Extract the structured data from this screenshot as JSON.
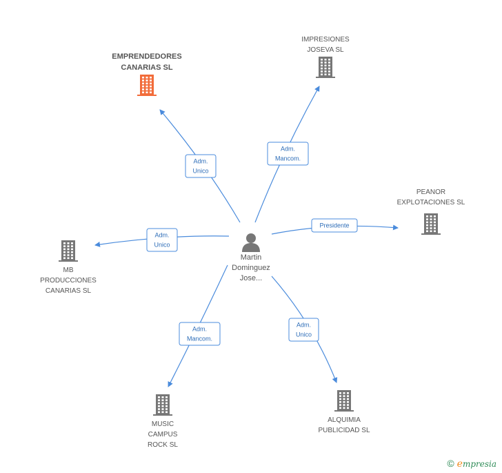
{
  "center": {
    "name": "Martin\nDominguez\nJose...",
    "icon": "person-icon",
    "color": "#777777"
  },
  "companies": [
    {
      "id": "emprendedores",
      "name": "EMPRENDEDORES\nCANARIAS SL",
      "highlight": true,
      "icon": "building-icon",
      "color": "#f26c3a"
    },
    {
      "id": "impresiones",
      "name": "IMPRESIONES\nJOSEVA SL",
      "highlight": false,
      "icon": "building-icon",
      "color": "#777777"
    },
    {
      "id": "peanor",
      "name": "PEANOR\nEXPLOTACIONES SL",
      "highlight": false,
      "icon": "building-icon",
      "color": "#777777"
    },
    {
      "id": "mb",
      "name": "MB\nPRODUCCIONES\nCANARIAS SL",
      "highlight": false,
      "icon": "building-icon",
      "color": "#777777"
    },
    {
      "id": "music",
      "name": "MUSIC\nCAMPUS\nROCK SL",
      "highlight": false,
      "icon": "building-icon",
      "color": "#777777"
    },
    {
      "id": "alquimia",
      "name": "ALQUIMIA\nPUBLICIDAD SL",
      "highlight": false,
      "icon": "building-icon",
      "color": "#777777"
    }
  ],
  "relations": [
    {
      "target": "emprendedores",
      "label": [
        "Adm.",
        "Unico"
      ]
    },
    {
      "target": "impresiones",
      "label": [
        "Adm.",
        "Mancom."
      ]
    },
    {
      "target": "peanor",
      "label": [
        "Presidente"
      ]
    },
    {
      "target": "mb",
      "label": [
        "Adm.",
        "Unico"
      ]
    },
    {
      "target": "music",
      "label": [
        "Adm.",
        "Mancom."
      ]
    },
    {
      "target": "alquimia",
      "label": [
        "Adm.",
        "Unico"
      ]
    }
  ],
  "edge_color": "#4a8bdc",
  "footer": {
    "copyright": "©",
    "brand_initial": "e",
    "brand_rest": "mpresia"
  }
}
